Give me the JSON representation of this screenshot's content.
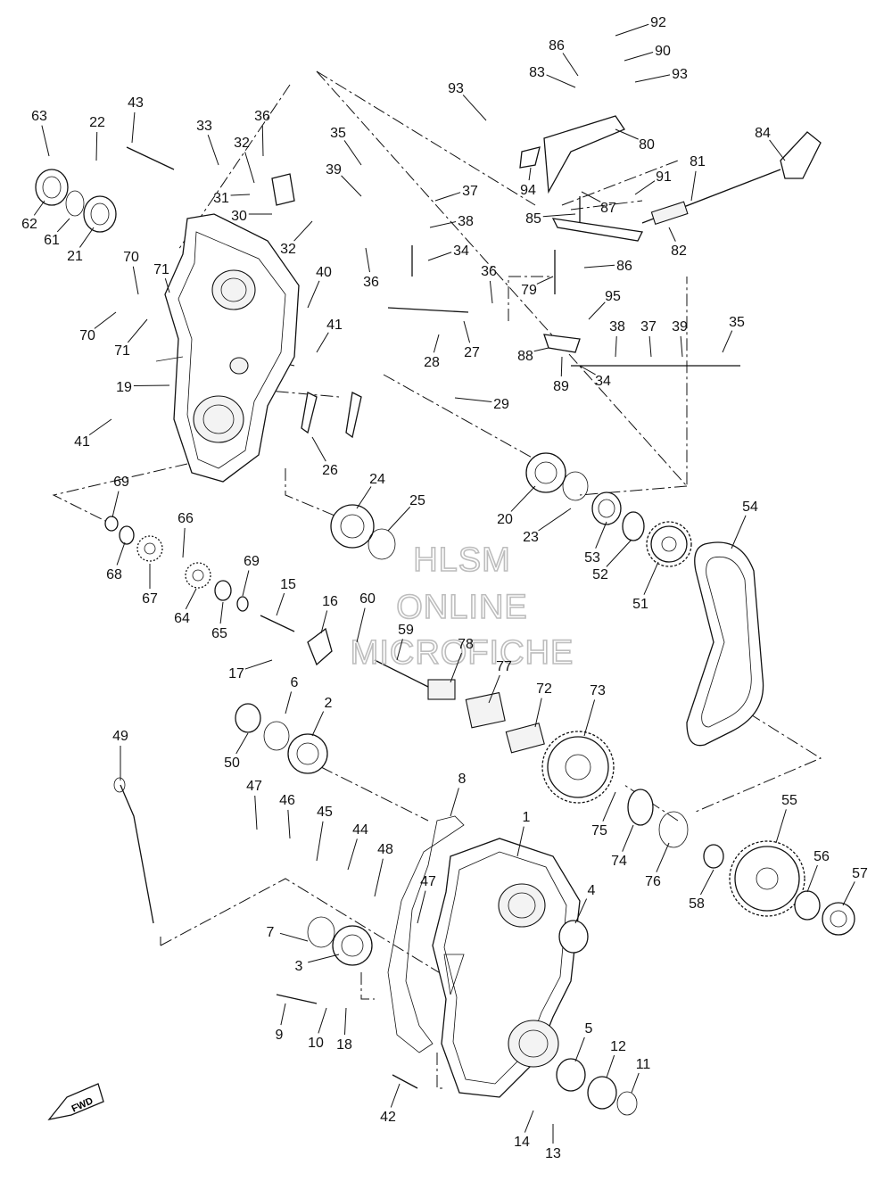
{
  "diagram": {
    "watermark": {
      "line1": "HLSM",
      "line2": "ONLINE",
      "line3": "MICROFICHE"
    },
    "fwd_badge": "FWD",
    "part_numbers": [
      "1",
      "2",
      "3",
      "4",
      "5",
      "6",
      "7",
      "8",
      "9",
      "10",
      "11",
      "12",
      "13",
      "14",
      "15",
      "16",
      "17",
      "18",
      "19",
      "20",
      "21",
      "22",
      "23",
      "24",
      "25",
      "26",
      "27",
      "28",
      "29",
      "30",
      "31",
      "32",
      "32",
      "33",
      "34",
      "34",
      "35",
      "35",
      "36",
      "36",
      "36",
      "37",
      "37",
      "38",
      "38",
      "39",
      "39",
      "40",
      "41",
      "41",
      "42",
      "43",
      "44",
      "45",
      "46",
      "47",
      "47",
      "48",
      "49",
      "50",
      "51",
      "52",
      "53",
      "54",
      "55",
      "56",
      "57",
      "58",
      "59",
      "60",
      "61",
      "62",
      "63",
      "64",
      "65",
      "66",
      "67",
      "68",
      "69",
      "69",
      "70",
      "70",
      "71",
      "71",
      "72",
      "73",
      "74",
      "75",
      "76",
      "77",
      "78",
      "79",
      "80",
      "81",
      "82",
      "83",
      "84",
      "85",
      "86",
      "86",
      "87",
      "88",
      "89",
      "90",
      "91",
      "92",
      "93",
      "93",
      "94",
      "95"
    ]
  }
}
